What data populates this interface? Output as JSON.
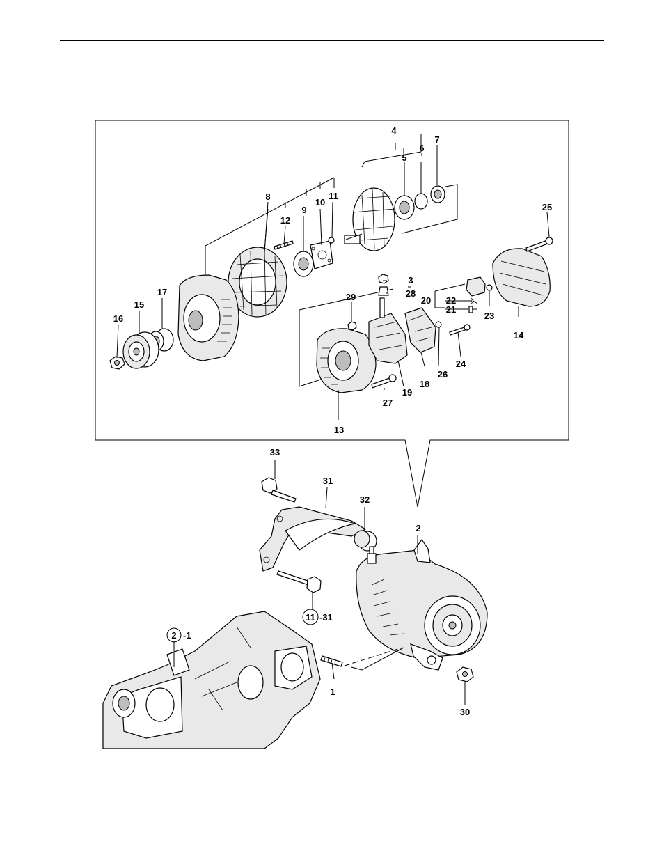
{
  "callouts": {
    "c1": "1",
    "c2": "2",
    "c3": "3",
    "c4": "4",
    "c5": "5",
    "c6": "6",
    "c7": "7",
    "c8": "8",
    "c9": "9",
    "c10": "10",
    "c11": "11",
    "c12": "12",
    "c13": "13",
    "c14": "14",
    "c15": "15",
    "c16": "16",
    "c17": "17",
    "c18": "18",
    "c19": "19",
    "c20": "20",
    "c21": "21",
    "c22": "22",
    "c23": "23",
    "c24": "24",
    "c25": "25",
    "c26": "26",
    "c27": "27",
    "c28": "28",
    "c29": "29",
    "c30": "30",
    "c31": "31",
    "c32": "32",
    "c33": "33"
  },
  "refs": {
    "ref_2_1_circle": "2",
    "ref_2_1_suffix": "-1",
    "ref_11_31_circle": "11",
    "ref_11_31_suffix": "-31"
  }
}
